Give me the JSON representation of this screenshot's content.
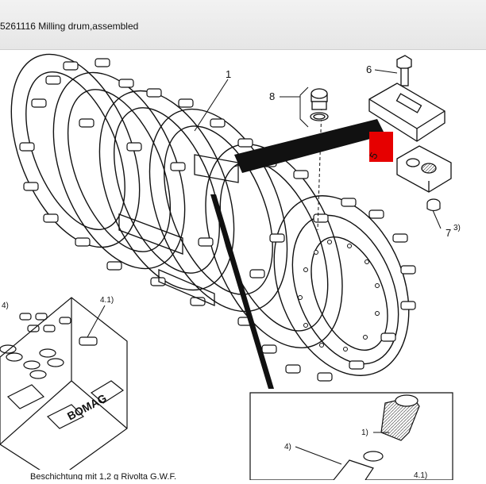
{
  "window": {
    "title": "5261116 Milling drum,assembled"
  },
  "diagram": {
    "callouts": [
      {
        "id": "1",
        "label": "1"
      },
      {
        "id": "8",
        "label": "8"
      },
      {
        "id": "6",
        "label": "6"
      },
      {
        "id": "5",
        "label": "5"
      },
      {
        "id": "7",
        "label": "7"
      },
      {
        "id": "7-note",
        "label": "3)"
      }
    ],
    "kit_box": {
      "callout_4": "4)",
      "callout_41": "4.1)",
      "brand": "BOMAG"
    },
    "detail_box": {
      "callout_1": "1)",
      "callout_4": "4)",
      "callout_41": "4.1)"
    },
    "footer_text": "Beschichtung mit 1,2 g Rivolta G.W.F.",
    "colors": {
      "highlight": "#e60000",
      "line": "#111111"
    }
  }
}
